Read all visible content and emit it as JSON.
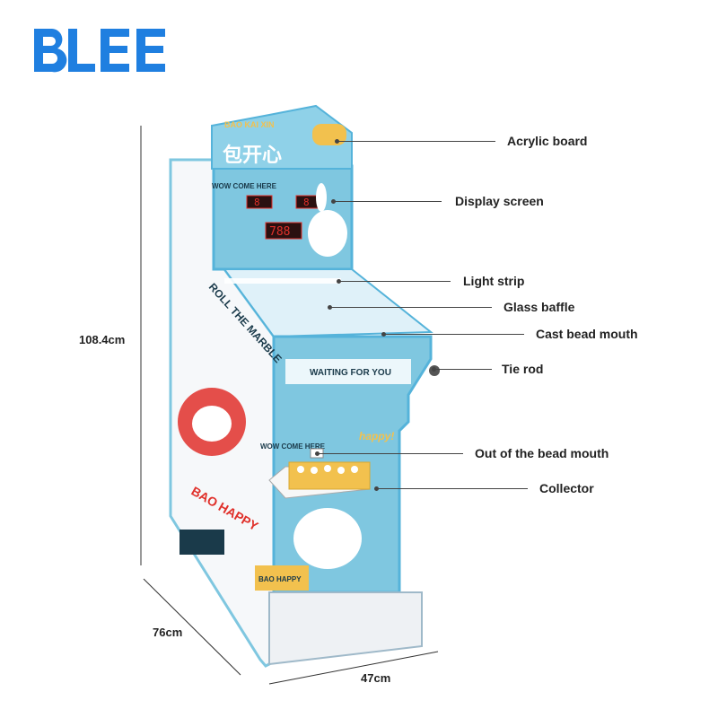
{
  "brand": {
    "logo_text": "BLEE",
    "logo_color": "#1f7fe0"
  },
  "machine": {
    "marquee_text": "BAO KAI XIN",
    "marquee_cn": "包开心",
    "screen_header": "WOW COME HERE",
    "screen_digits_left": "8",
    "screen_digits_right": "8",
    "screen_digits_main": "788",
    "side_text": "ROLL THE MARBLE",
    "side_badge": "BAO HAPPY",
    "front_banner": "WAITING FOR YOU",
    "lower_header": "WOW COME HERE",
    "happy_tag": "happy!",
    "bottom_badge": "BAO HAPPY",
    "colors": {
      "cabinet_blue": "#7fc7e0",
      "cabinet_white": "#f6f8fa",
      "trim_blue": "#55b3da",
      "display_red": "#e0302a",
      "marquee_yellow": "#f2c14e"
    }
  },
  "callouts": [
    {
      "label": "Acrylic board"
    },
    {
      "label": "Display screen"
    },
    {
      "label": "Light strip"
    },
    {
      "label": "Glass baffle"
    },
    {
      "label": "Cast bead mouth"
    },
    {
      "label": "Tie rod"
    },
    {
      "label": "Out of the bead mouth"
    },
    {
      "label": "Collector"
    }
  ],
  "dimensions": {
    "height": "108.4cm",
    "depth": "76cm",
    "width": "47cm"
  }
}
